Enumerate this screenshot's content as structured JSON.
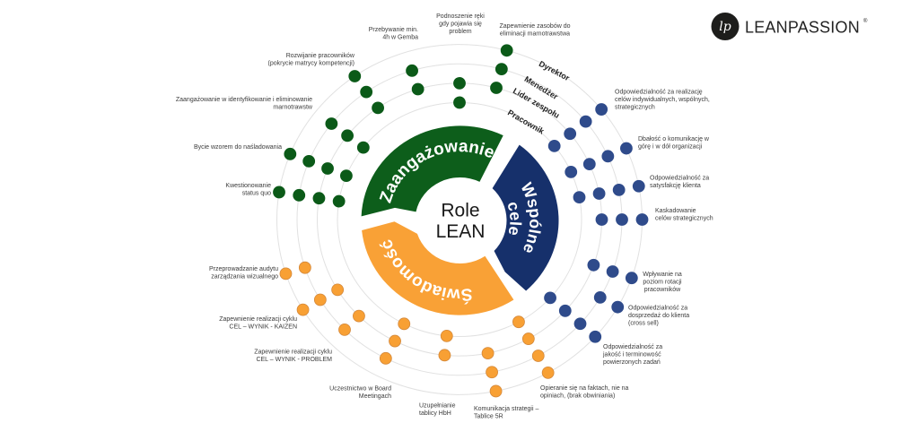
{
  "logo": {
    "mark": "lp",
    "brand": "LEANPASSION",
    "registered": "®",
    "mark_color": "#1d1d1b"
  },
  "center": {
    "line1": "Role",
    "line2": "LEAN"
  },
  "roles": [
    "Pracownik",
    "Lider zespołu",
    "Menedżer",
    "Dyrektor"
  ],
  "ring_color": "#e1e1e1",
  "segments": [
    {
      "id": "zaangazowanie",
      "title_lines": [
        "Zaangażowanie"
      ],
      "color": "#0d5e1b",
      "dot_color": "#0b5a18",
      "dot_stroke": "#0b5a18"
    },
    {
      "id": "wspolne-cele",
      "title_lines": [
        "Wspólne",
        "cele"
      ],
      "color": "#16306b",
      "dot_color": "#2f4b8b",
      "dot_stroke": "#2f4b8b"
    },
    {
      "id": "swiadomosc",
      "title_lines": [
        "Świadomość"
      ],
      "color": "#f9a136",
      "dot_color": "#f8a034",
      "dot_stroke": "#d4883a"
    }
  ],
  "items": [
    {
      "segment": 0,
      "lines": [
        "Kwestionowanie",
        "status quo"
      ],
      "roles": [
        "Pracownik",
        "Lider zespołu",
        "Menedżer",
        "Dyrektor"
      ]
    },
    {
      "segment": 0,
      "lines": [
        "Bycie wzorem do naśladowania"
      ],
      "roles": [
        "Pracownik",
        "Lider zespołu",
        "Menedżer",
        "Dyrektor"
      ]
    },
    {
      "segment": 0,
      "lines": [
        "Zaangażowanie w identyfikowanie i eliminowanie",
        "marnotrawstw"
      ],
      "roles": [
        "Pracownik",
        "Lider zespołu",
        "Menedżer"
      ]
    },
    {
      "segment": 0,
      "lines": [
        "Rozwijanie pracowników",
        "(pokrycie matrycy kompetencji)"
      ],
      "roles": [
        "Lider zespołu",
        "Menedżer",
        "Dyrektor"
      ]
    },
    {
      "segment": 0,
      "lines": [
        "Przebywanie min.",
        "4h w Gemba"
      ],
      "roles": [
        "Lider zespołu",
        "Menedżer"
      ]
    },
    {
      "segment": 0,
      "lines": [
        "Podnoszenie ręki",
        "gdy pojawia się",
        "problem"
      ],
      "roles": [
        "Pracownik",
        "Lider zespołu"
      ]
    },
    {
      "segment": 0,
      "lines": [
        "Zapewnienie zasobów do",
        "eliminacji marnotrawstwa"
      ],
      "roles": [
        "Lider zespołu",
        "Menedżer",
        "Dyrektor"
      ]
    },
    {
      "segment": 1,
      "lines": [
        "Odpowiedzialność za realizację",
        "celów indywidualnych, wspólnych,",
        "strategicznych"
      ],
      "roles": [
        "Pracownik",
        "Lider zespołu",
        "Menedżer",
        "Dyrektor"
      ]
    },
    {
      "segment": 1,
      "lines": [
        "Dbałość o komunikację w",
        "górę i w dół organizacji"
      ],
      "roles": [
        "Pracownik",
        "Lider zespołu",
        "Menedżer",
        "Dyrektor"
      ]
    },
    {
      "segment": 1,
      "lines": [
        "Odpowiedzialność za",
        "satysfakcję klienta"
      ],
      "roles": [
        "Pracownik",
        "Lider zespołu",
        "Menedżer",
        "Dyrektor"
      ]
    },
    {
      "segment": 1,
      "lines": [
        "Kaskadowanie",
        "celów strategicznych"
      ],
      "roles": [
        "Lider zespołu",
        "Menedżer",
        "Dyrektor"
      ]
    },
    {
      "segment": 1,
      "lines": [
        "Wpływanie na",
        "poziom rotacji",
        "pracowników"
      ],
      "roles": [
        "Lider zespołu",
        "Menedżer",
        "Dyrektor"
      ]
    },
    {
      "segment": 1,
      "lines": [
        "Odpowiedzialność za",
        "dosprzedaż do klienta",
        "(cross sell)"
      ],
      "roles": [
        "Menedżer",
        "Dyrektor"
      ]
    },
    {
      "segment": 1,
      "lines": [
        "Odpowiedzialność za",
        "jakość i terminowość",
        "powierzonych  zadań"
      ],
      "roles": [
        "Pracownik",
        "Lider zespołu",
        "Menedżer",
        "Dyrektor"
      ]
    },
    {
      "segment": 2,
      "lines": [
        "Opieranie się na faktach, nie na",
        "opiniach, (brak obwiniania)"
      ],
      "roles": [
        "Pracownik",
        "Lider zespołu",
        "Menedżer",
        "Dyrektor"
      ]
    },
    {
      "segment": 2,
      "lines": [
        "Komunikacja strategii –",
        "Tablice 5R"
      ],
      "roles": [
        "Lider zespołu",
        "Menedżer",
        "Dyrektor"
      ]
    },
    {
      "segment": 2,
      "lines": [
        "Uzupełnianie",
        "tablicy HbH"
      ],
      "roles": [
        "Pracownik",
        "Lider zespołu"
      ]
    },
    {
      "segment": 2,
      "lines": [
        "Uczestnictwo w Board",
        "Meetingach"
      ],
      "roles": [
        "Pracownik",
        "Lider zespołu",
        "Menedżer"
      ]
    },
    {
      "segment": 2,
      "lines": [
        "Zapewnienie realizacji cyklu",
        "CEL – WYNIK - PROBLEM"
      ],
      "roles": [
        "Lider zespołu",
        "Menedżer"
      ]
    },
    {
      "segment": 2,
      "lines": [
        "Zapewnienie realizacji cyklu",
        "CEL – WYNIK - KAIZEN"
      ],
      "roles": [
        "Lider zespołu",
        "Menedżer",
        "Dyrektor"
      ]
    },
    {
      "segment": 2,
      "lines": [
        "Przeprowadzanie audytu",
        "zarządzania wizualnego"
      ],
      "roles": [
        "Menedżer",
        "Dyrektor"
      ]
    }
  ]
}
